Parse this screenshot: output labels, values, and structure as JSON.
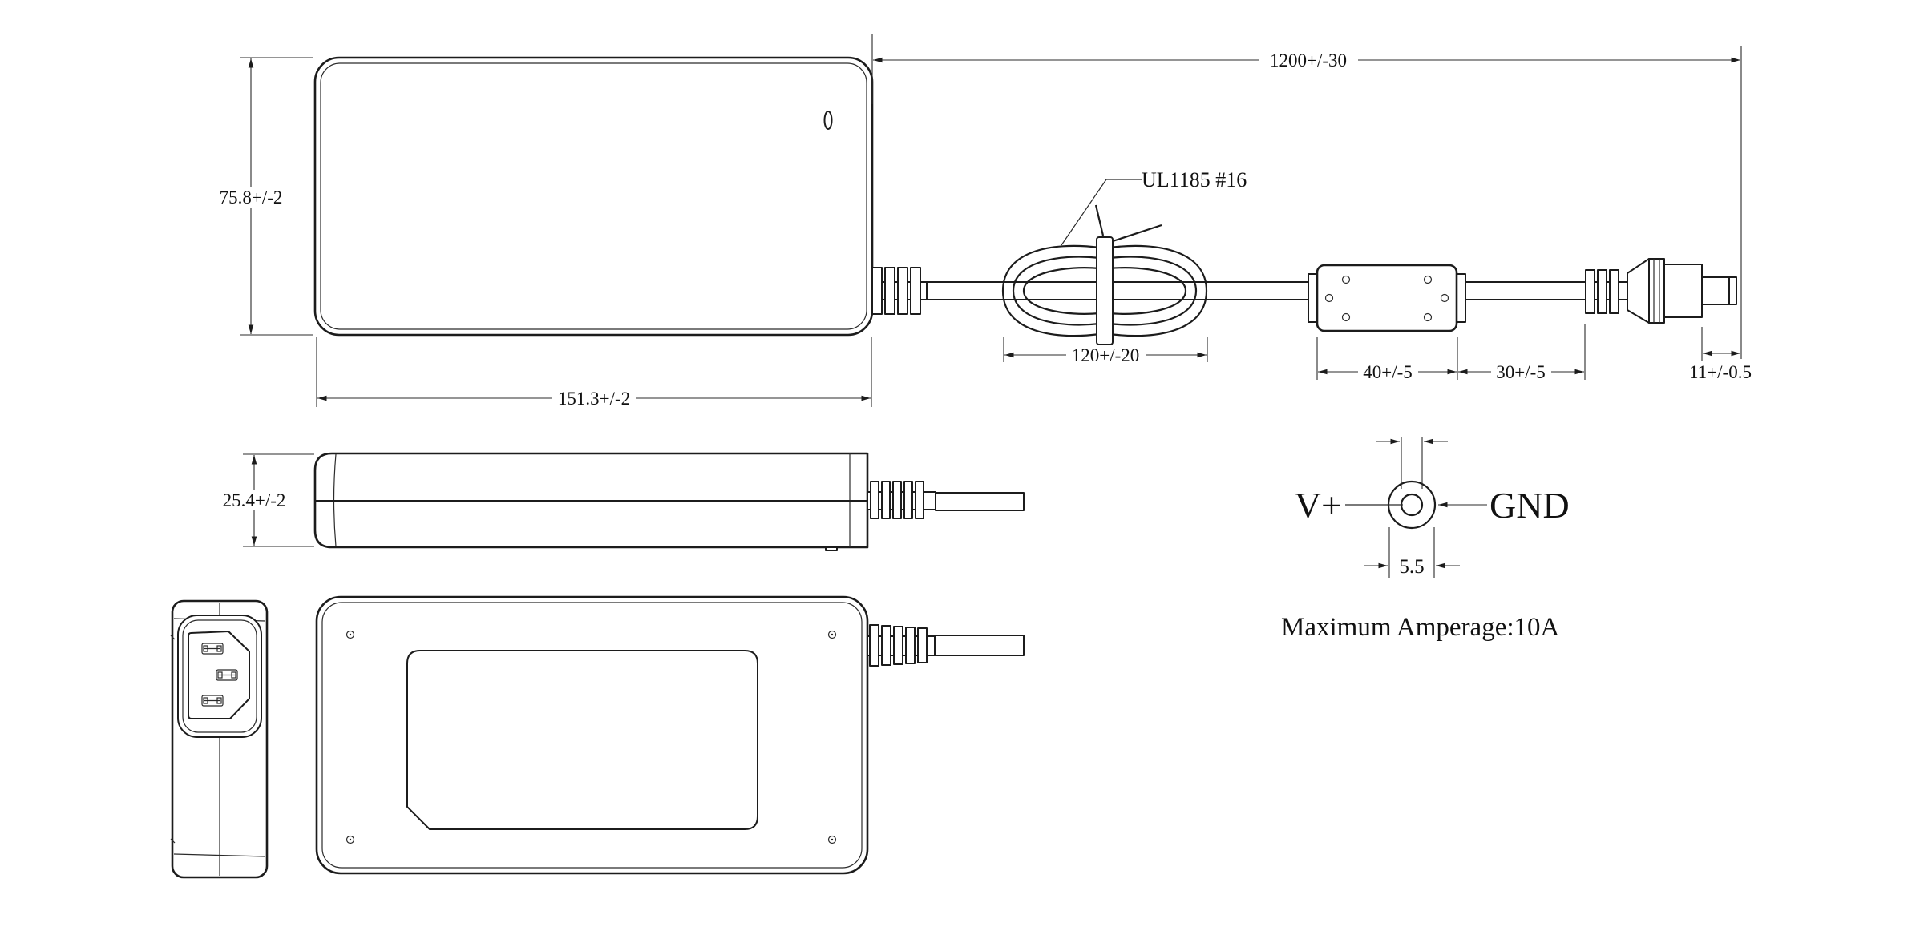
{
  "dims": {
    "cable_length": "1200+/-30",
    "body_height": "75.8+/-2",
    "body_width": "151.3+/-2",
    "body_thickness": "25.4+/-2",
    "coil_bundle": "120+/-20",
    "ferrite": "40+/-5",
    "ferrite_to_plug": "30+/-5",
    "plug_tip": "11+/-0.5",
    "plug_diameter": "5.5"
  },
  "labels": {
    "cable_spec": "UL1185 #16",
    "polarity_center": "V+",
    "polarity_outer": "GND",
    "amperage_note": "Maximum Amperage:10A"
  },
  "colors": {
    "line": "#1c1c1c",
    "background": "#ffffff"
  }
}
